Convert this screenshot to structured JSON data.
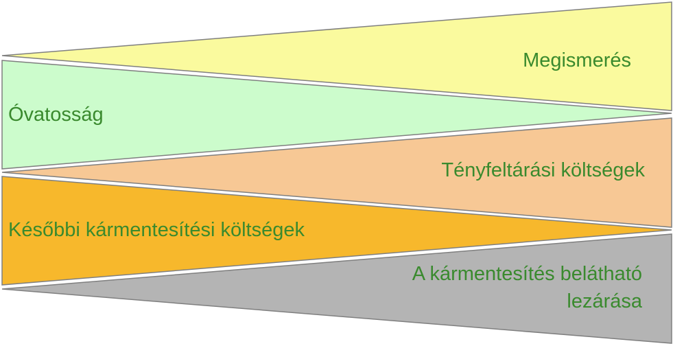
{
  "wedges": [
    {
      "label": "Megismerés",
      "color": "#fafa9e"
    },
    {
      "label": "Óvatosság",
      "color": "#ccfccc"
    },
    {
      "label": "Tényfeltárási költségek",
      "color": "#f7c895"
    },
    {
      "label": "Későbbi kármentesítési költségek",
      "color": "#f7b82c"
    },
    {
      "label_line1": "A kármentesítés belátható",
      "label_line2": "lezárása",
      "color": "#b4b4b4"
    }
  ],
  "label_color": "#3a8a2e"
}
